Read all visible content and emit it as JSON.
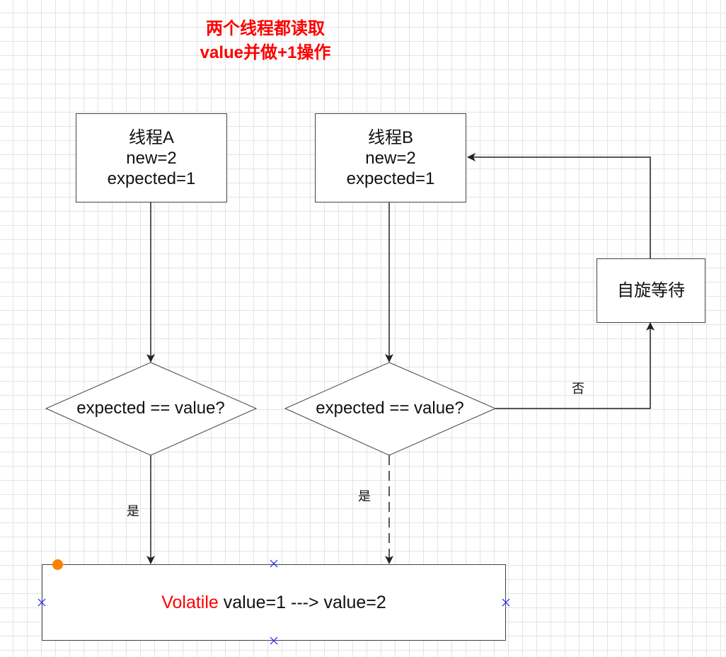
{
  "title": {
    "line1": "两个线程都读取",
    "line2": "value并做+1操作"
  },
  "thread_a": {
    "name": "线程A",
    "new_val": "new=2",
    "expected": "expected=1"
  },
  "thread_b": {
    "name": "线程B",
    "new_val": "new=2",
    "expected": "expected=1"
  },
  "spin_wait": "自旋等待",
  "decision_a": "expected == value?",
  "decision_b": "expected == value?",
  "labels": {
    "yes_a": "是",
    "yes_b": "是",
    "no_b": "否"
  },
  "result": {
    "keyword": "Volatile",
    "text": " value=1 ---> value=2"
  },
  "colors": {
    "title": "#ff0000",
    "keyword": "#ff0000",
    "selection_handle": "#ff7f00",
    "connection_point": "#1a1aff"
  }
}
